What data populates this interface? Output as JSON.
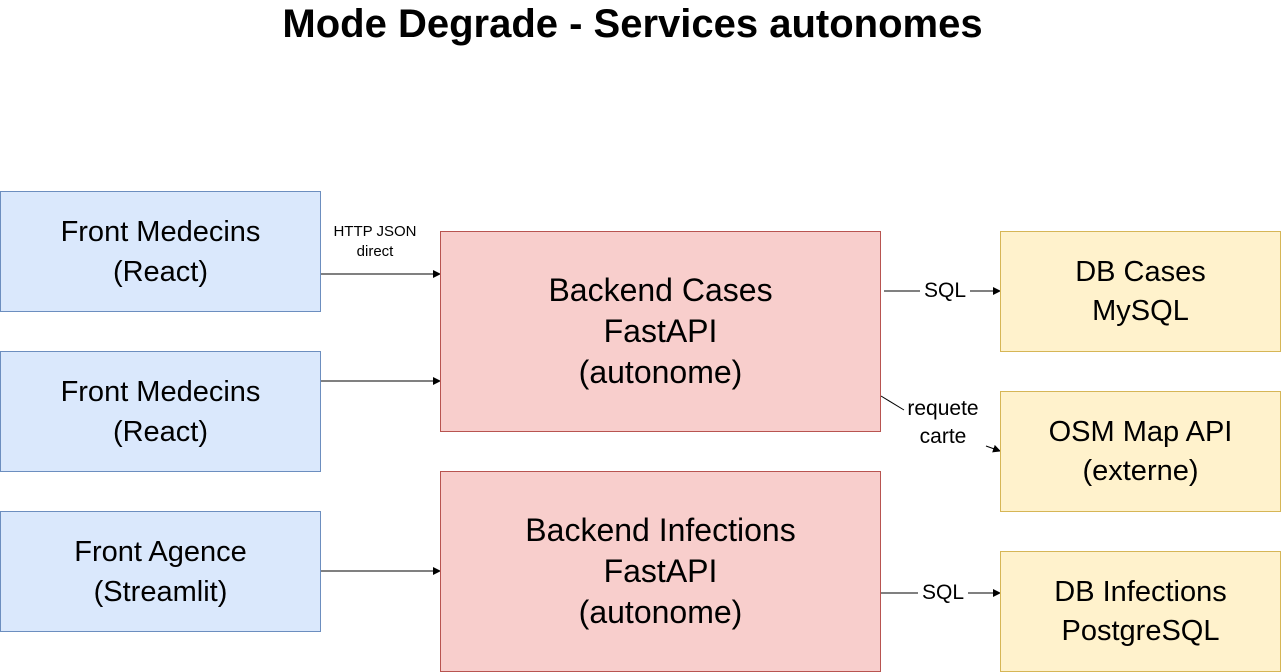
{
  "title": "Mode Degrade - Services autonomes",
  "nodes": {
    "front_medecins_1": "Front Medecins\n(React)",
    "front_medecins_2": "Front Medecins\n(React)",
    "front_agence": "Front Agence\n(Streamlit)",
    "backend_cases": "Backend Cases\nFastAPI\n(autonome)",
    "backend_infections": "Backend Infections\nFastAPI\n(autonome)",
    "db_cases": "DB Cases\nMySQL",
    "osm_map_api": "OSM Map API\n(externe)",
    "db_infections": "DB Infections\nPostgreSQL"
  },
  "edges": {
    "http_json_direct": "HTTP JSON\ndirect",
    "sql_cases": "SQL",
    "requete_carte": "requete\ncarte",
    "sql_infections": "SQL"
  },
  "colors": {
    "front_fill": "#dae8fc",
    "front_stroke": "#6c8ebf",
    "backend_fill": "#f8cecc",
    "backend_stroke": "#b85450",
    "db_fill": "#fff2cc",
    "db_stroke": "#d6b656"
  }
}
